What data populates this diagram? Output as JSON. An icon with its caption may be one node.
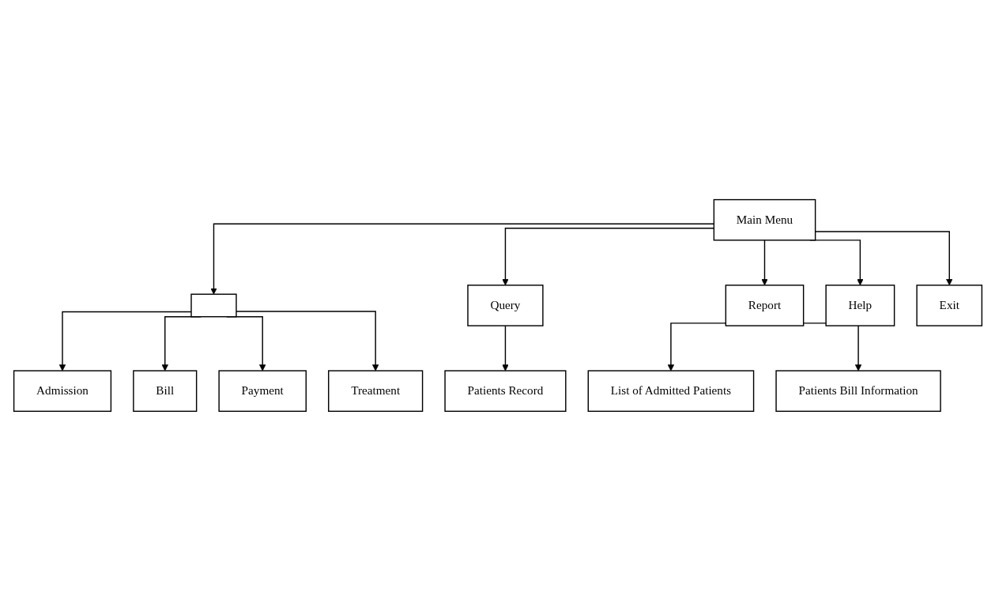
{
  "diagram": {
    "nodes": [
      {
        "text": [
          "Main Menu"
        ]
      },
      {
        "text": [],
        "shape": "box"
      },
      {
        "text": [
          "Query"
        ]
      },
      {
        "text": [
          "Report"
        ]
      },
      {
        "text": [
          "Help"
        ]
      },
      {
        "text": [
          "Exit"
        ]
      },
      {
        "text": [
          "Admission"
        ]
      },
      {
        "text": [
          "Bill"
        ]
      },
      {
        "text": [
          "Payment"
        ]
      },
      {
        "text": [
          "Treatment"
        ]
      },
      {
        "text": [
          "Patients Record"
        ]
      },
      {
        "text": [
          "List of Admitted Patients"
        ]
      },
      {
        "text": [
          "Patients Bill Information"
        ]
      }
    ],
    "edges": [
      {
        "from": 0,
        "to": 1,
        "arrow": "to"
      },
      {
        "from": 0,
        "to": 2,
        "arrow": "to"
      },
      {
        "from": 0,
        "to": 3,
        "arrow": "to"
      },
      {
        "from": 0,
        "to": 4,
        "arrow": "to"
      },
      {
        "from": 0,
        "to": 5,
        "arrow": "to"
      },
      {
        "from": 1,
        "to": 6,
        "arrow": "to"
      },
      {
        "from": 1,
        "to": 7,
        "arrow": "to"
      },
      {
        "from": 1,
        "to": 8,
        "arrow": "to"
      },
      {
        "from": 1,
        "to": 9,
        "arrow": "to"
      },
      {
        "from": 2,
        "to": 10,
        "arrow": "to"
      },
      {
        "from": 3,
        "to": 11,
        "arrow": "to"
      },
      {
        "from": 3,
        "to": 12,
        "arrow": "to"
      }
    ]
  }
}
